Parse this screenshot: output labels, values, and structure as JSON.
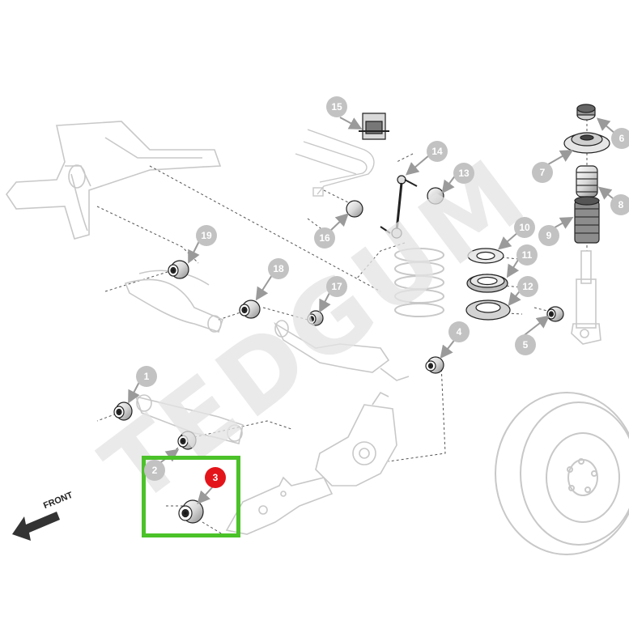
{
  "watermark": "TEDGUM",
  "front_label": "FRONT",
  "highlight_color": "#4bc229",
  "active_callout_color": "#e3151b",
  "callouts": [
    {
      "num": "1",
      "part": "bushing"
    },
    {
      "num": "2",
      "part": "bushing"
    },
    {
      "num": "3",
      "part": "highlighted bushing",
      "active": true
    },
    {
      "num": "4",
      "part": "bushing"
    },
    {
      "num": "5",
      "part": "shock absorber bushing"
    },
    {
      "num": "6",
      "part": "strut mount cap"
    },
    {
      "num": "7",
      "part": "strut mount"
    },
    {
      "num": "8",
      "part": "bump stop"
    },
    {
      "num": "9",
      "part": "dust boot"
    },
    {
      "num": "10",
      "part": "spring seat"
    },
    {
      "num": "11",
      "part": "bearing"
    },
    {
      "num": "12",
      "part": "spring seat"
    },
    {
      "num": "13",
      "part": "stabilizer link bushing"
    },
    {
      "num": "14",
      "part": "stabilizer link"
    },
    {
      "num": "15",
      "part": "stabilizer bar bushing"
    },
    {
      "num": "16",
      "part": "stabilizer link bushing"
    },
    {
      "num": "17",
      "part": "bushing"
    },
    {
      "num": "18",
      "part": "bushing"
    },
    {
      "num": "19",
      "part": "bushing"
    }
  ]
}
